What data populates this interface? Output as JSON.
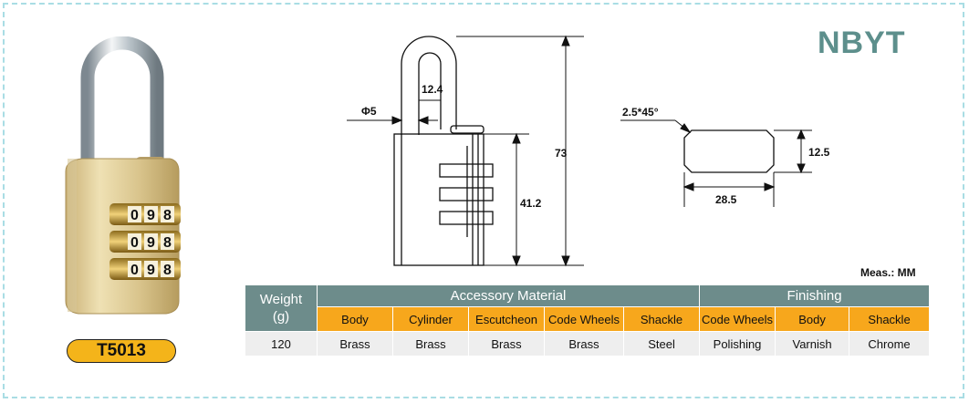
{
  "brand": "NBYT",
  "model": "T5013",
  "dial_digits": [
    "0",
    "9",
    "8"
  ],
  "drawing": {
    "shackle_diameter": "Φ5",
    "shackle_inner_width": "12.4",
    "total_height": "73",
    "body_height": "41.2",
    "chamfer": "2.5*45°",
    "section_height": "12.5",
    "section_width": "28.5"
  },
  "measure_unit": "Meas.: MM",
  "table": {
    "weight_header": "Weight\n(g)",
    "group_accessory": "Accessory Material",
    "group_finishing": "Finishing",
    "accessory_columns": [
      "Body",
      "Cylinder",
      "Escutcheon",
      "Code Wheels",
      "Shackle"
    ],
    "finishing_columns": [
      "Code Wheels",
      "Body",
      "Shackle"
    ],
    "weight_value": "120",
    "accessory_values": [
      "Brass",
      "Brass",
      "Brass",
      "Brass",
      "Steel"
    ],
    "finishing_values": [
      "Polishing",
      "Varnish",
      "Chrome"
    ]
  }
}
